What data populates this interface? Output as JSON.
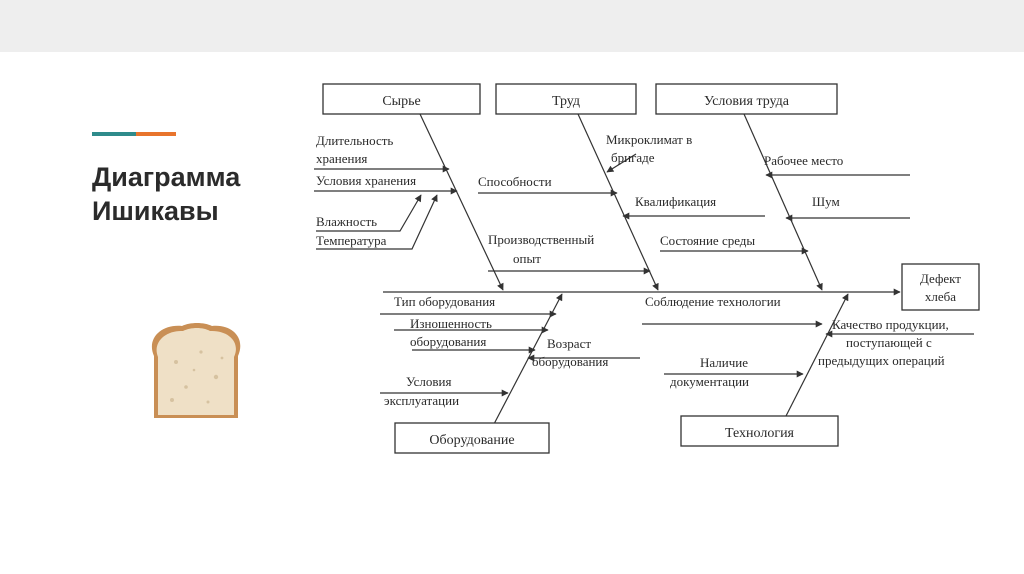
{
  "slide": {
    "title_line1": "Диаграмма",
    "title_line2": "Ишикавы",
    "accent_colors": [
      "#2e8b8b",
      "#e8742c"
    ]
  },
  "bread_icon": "bread-slice-icon",
  "diagram": {
    "effect": {
      "line1": "Дефект",
      "line2": "хлеба"
    },
    "categories": {
      "raw": "Сырье",
      "labor": "Труд",
      "conditions": "Условия труда",
      "equipment": "Оборудование",
      "technology": "Технология"
    },
    "causes": {
      "storage_duration_1": "Длительность",
      "storage_duration_2": "хранения",
      "storage_conditions": "Условия хранения",
      "humidity": "Влажность",
      "temperature": "Температура",
      "abilities": "Способности",
      "work_experience_1": "Производственный",
      "work_experience_2": "опыт",
      "microclimate_1": "Микроклимат в",
      "microclimate_2": "бригаде",
      "qualification": "Квалификация",
      "workplace": "Рабочее место",
      "noise": "Шум",
      "environment": "Состояние среды",
      "equipment_type": "Тип оборудования",
      "wear_1": "Изношенность",
      "wear_2": "оборудования",
      "equipment_age_1": "Возраст",
      "equipment_age_2": "оборудования",
      "operating_1": "Условия",
      "operating_2": "эксплуатации",
      "tech_compliance": "Соблюдение технологии",
      "quality_1": "Качество продукции,",
      "quality_2": "поступающей с",
      "quality_3": "предыдущих операций",
      "documentation_1": "Наличие",
      "documentation_2": "документации"
    }
  }
}
